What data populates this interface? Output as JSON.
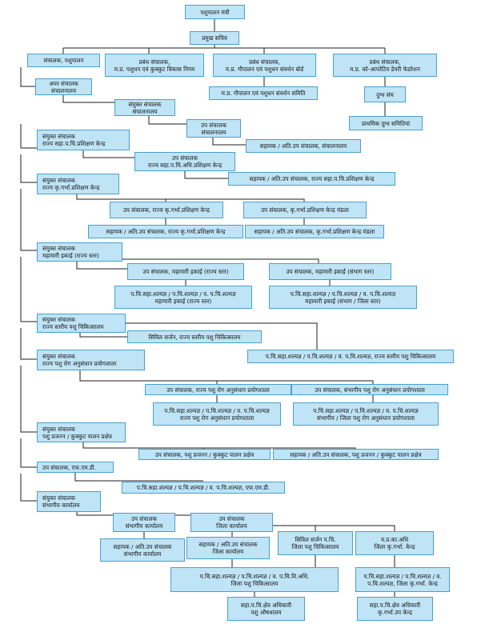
{
  "boxes": {
    "minister": [
      "पशुपालन मंत्री"
    ],
    "principal_secretary": [
      "प्रमुख सचिव"
    ],
    "director": [
      "संचालक, पशुपालन"
    ],
    "md_poultry": [
      "प्रबंध संचालक,",
      "म.प्र. पशुधन एवं कुक्कुट विकास निगम"
    ],
    "md_gopalan": [
      "प्रबंध संचालक,",
      "म.प्र. गौपालन एवं पशुधन संवर्धन बोर्ड"
    ],
    "md_dairy": [
      "प्रबंध संचालक,",
      "म.प्र. को-आपरेटिव डेयरी फेडरेशन"
    ],
    "additional_director": [
      "अपर संचालक",
      "संचालनालय"
    ],
    "gopalan_committee": [
      "म.प्र. गौपालन एवं पशुधन संवर्धन समिति"
    ],
    "milk_union": [
      "दुग्ध संघ"
    ],
    "jd_directorate": [
      "संयुक्त संचालक",
      "संचालनालय"
    ],
    "primary_milk": [
      "प्राथमिक दुग्ध समितियां"
    ],
    "dd_directorate": [
      "उप संचालक",
      "संचालनालय"
    ],
    "asst_directorate": [
      "सहायक / अति.उप संचालक, संचालनालय"
    ],
    "jd_training": [
      "संयुक्त संचालक",
      "राज्य सहा.प.चि.प्रशिक्षण केन्द्र"
    ],
    "dd_training": [
      "उप संचालक",
      "राज्य सहा.प.चि.अधि.प्रशिक्षण केन्द्र"
    ],
    "asst_training": [
      "सहायक / अति.उप संचालक, राज्य सहा.प.चि.प्रशिक्षण केन्द्र"
    ],
    "jd_ai": [
      "संयुक्त संचालक",
      "राज्य कृ.गर्भा.प्रशिक्षण केन्द्र"
    ],
    "dd_ai_state": [
      "उप संचालक, राज्य कृ.गर्भा.प्रशिक्षण केन्द्र"
    ],
    "dd_ai_div": [
      "उप संचालक, कृ.गर्भा.प्रशिक्षण केन्द्र मंडला"
    ],
    "asst_ai_state": [
      "सहायक / अति.उप संचालक, राज्य कृ.गर्भा.प्रशिक्षण केन्द्र"
    ],
    "asst_ai_div": [
      "सहायक / अति.उप संचालक, कृ.गर्भा.प्रशिक्षण केन्द्र मंडला"
    ],
    "jd_epidemic": [
      "संयुक्त संचालक",
      "महामारी इकाई (राज्य स्तर)"
    ],
    "dd_epidemic_state": [
      "उप संचालक, महामारी इकाई (राज्य स्तर)"
    ],
    "dd_epidemic_div": [
      "उप संचालक, महामारी इकाई (संभाग स्तर)"
    ],
    "vet_epidemic_state": [
      "प.चि.सहा.शल्यज्ञ / प.चि.शल्यज्ञ / व. प.चि.शल्यज्ञ",
      "महामारी इकाई (राज्य स्तर)"
    ],
    "vet_epidemic_div": [
      "प.चि.सहा.शल्यज्ञ / प.चि.शल्यज्ञ / व. प.चि.शल्यज्ञ",
      "महामारी इकाई (संभाग / जिला स्तर)"
    ],
    "jd_hospital": [
      "संयुक्त संचालक",
      "राज्य स्तरीय पशु चिकित्सालय"
    ],
    "civil_surgeon_state": [
      "सिविल सर्जन, राज्य स्तरीय पशु चिकित्सालय"
    ],
    "vet_hospital_state": [
      "प.चि.सहा.शल्यज्ञ / प.चि.शल्यज्ञ / व. प.चि.शल्यज्ञ, राज्य स्तरीय पशु चिकित्सालय"
    ],
    "jd_lab": [
      "संयुक्त संचालक",
      "राज्य पशु रोग अनुसंधान प्रयोगशाला"
    ],
    "dd_lab_state": [
      "उप संचालक, राज्य पशु रोग अनुसंधान प्रयोगशाला"
    ],
    "dd_lab_div": [
      "उप संचालक, संभागीय पशु रोग अनुसंधान प्रयोगशाला"
    ],
    "vet_lab_state": [
      "प.चि.सहा.शल्यज्ञ / प.चि.शल्यज्ञ / व. प.चि.शल्यज्ञ",
      "राज्य पशु रोग अनुसंधान प्रयोगशाला"
    ],
    "vet_lab_div": [
      "प.चि.सहा.शल्यज्ञ / प.चि.शल्यज्ञ / व. प.चि.शल्यज्ञ",
      "संभागीय / जिला पशु रोग अनुसंधान प्रयोगशाला"
    ],
    "jd_breeding": [
      "संयुक्त संचालक",
      "पशु प्रजनन / कुक्कुट पालन प्रक्षेत्र"
    ],
    "dd_breeding": [
      "उप संचालक, पशु प्रजनन / कुक्कुट पालन प्रक्षेत्र"
    ],
    "asst_breeding": [
      "सहायक / अति.उप संचालक, पशु प्रजनन / कुक्कुट पालन प्रक्षेत्र"
    ],
    "dd_fmd": [
      "उप संचालक, एफ.एम.डी."
    ],
    "vet_fmd": [
      "प.चि.सहा.शल्यज्ञ / प.चि.शल्यज्ञ / व. प.चि.शल्यज्ञ, एफ.एम.डी."
    ],
    "jd_div_office": [
      "संयुक्त संचालक",
      "संभागीय कार्यालय"
    ],
    "dd_div_office": [
      "उप संचालक",
      "संभागीय कार्यालय"
    ],
    "dd_district": [
      "उप संचालक",
      "जिला कार्यालय"
    ],
    "civil_surgeon_district": [
      "सिविल सर्जन प.चि.",
      "जिला पशु चिकित्सालय"
    ],
    "ai_district": [
      "व.प्र.का.अधि",
      "जिला कृ.गर्भा. केन्द्र"
    ],
    "asst_div_office": [
      "सहायक / अति.उप संचालक",
      "संभागीय कार्यालय"
    ],
    "asst_district": [
      "सहायक / अति.उप संचालक",
      "जिला कार्यालय"
    ],
    "vet_district": [
      "प.चि.सहा.शल्यज्ञ / प.चि.शल्यज्ञ / व. प.चि.वि.अधि.",
      "जिला पशु चिकित्सालय"
    ],
    "vet_ai_district": [
      "प.चि.सहा.शल्यज्ञ / प.चि.शल्यज्ञ / व.",
      "प.चि.शल्यज्ञ, जिला कृ.गर्भा. केन्द्र"
    ],
    "avfo_dispensary": [
      "सहा.प.चि.क्षेत्र अधिकारी",
      "पशु औषधालय"
    ],
    "avfo_subcentre": [
      "सहा.प.चि.क्षेत्र अधिकारी",
      "कृ.गर्भा.उप केन्द्र"
    ]
  }
}
